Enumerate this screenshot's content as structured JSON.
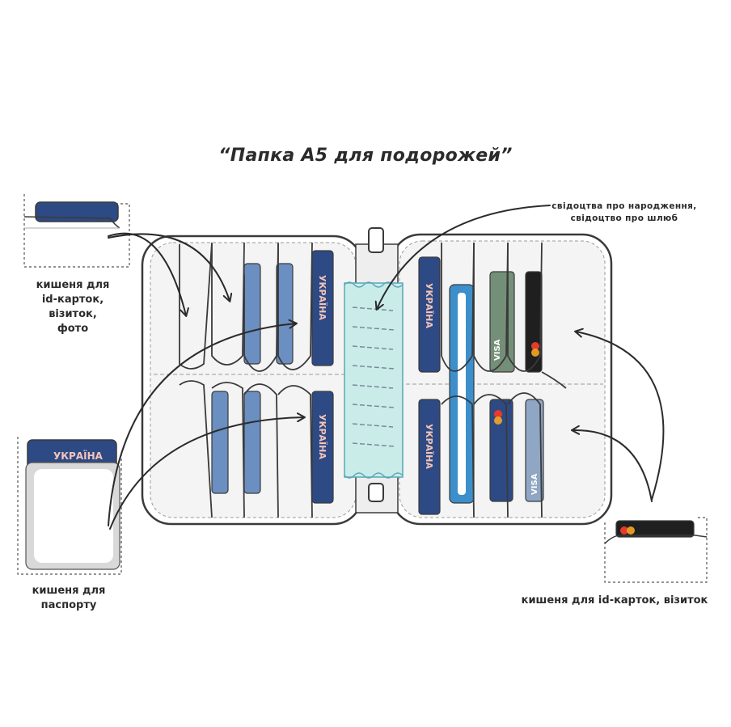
{
  "title": "“Папка А5 для подорожей”",
  "labels": {
    "id_cards_left": [
      "кишеня для",
      "id-карток,",
      "візиток,",
      "фото"
    ],
    "passport": [
      "кишеня для",
      "паспорту"
    ],
    "certificates": [
      "свідоцтва про народження,",
      "свідоцтво про шлюб"
    ],
    "id_cards_right": "кишеня для id-карток, візиток"
  },
  "card_text": {
    "ukraine": "УКРАЇНА",
    "visa": "VISA"
  },
  "colors": {
    "ink": "#3a3a3a",
    "passport_blue": "#2e4a85",
    "card_blue": "#6a8fc0",
    "card_gray_blue": "#8fa6c4",
    "card_green": "#748f78",
    "card_black": "#1f1f1f",
    "doc_mint": "#c9ece9",
    "card_cyan": "#3c8fcb"
  }
}
